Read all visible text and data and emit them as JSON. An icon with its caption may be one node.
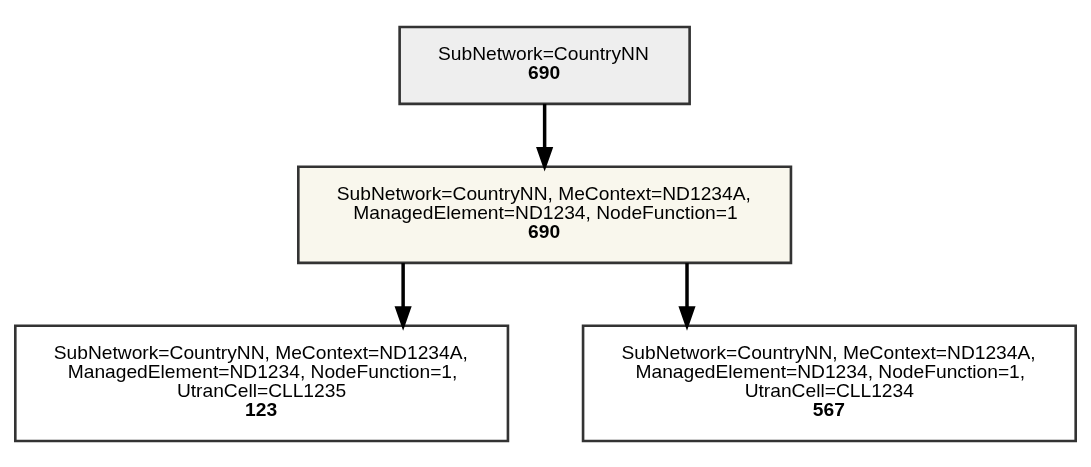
{
  "diagram": {
    "nodes": [
      {
        "text": [
          "SubNetwork=CountryNN",
          "690"
        ]
      },
      {
        "text": [
          "SubNetwork=CountryNN, MeContext=ND1234A, ManagedElement=ND1234, NodeFunction=1",
          "690"
        ]
      },
      {
        "text": [
          "SubNetwork=CountryNN, MeContext=ND1234A, ManagedElement=ND1234, NodeFunction=1, UtranCell=CLL1235",
          "123"
        ]
      },
      {
        "text": [
          "SubNetwork=CountryNN, MeContext=ND1234A, ManagedElement=ND1234, NodeFunction=1, UtranCell=CLL1234",
          "567"
        ]
      }
    ],
    "edges": [
      {
        "from": 0,
        "to": 1,
        "arrow": "to"
      },
      {
        "from": 1,
        "to": 2,
        "arrow": "to"
      },
      {
        "from": 1,
        "to": 3,
        "arrow": "to"
      }
    ]
  }
}
